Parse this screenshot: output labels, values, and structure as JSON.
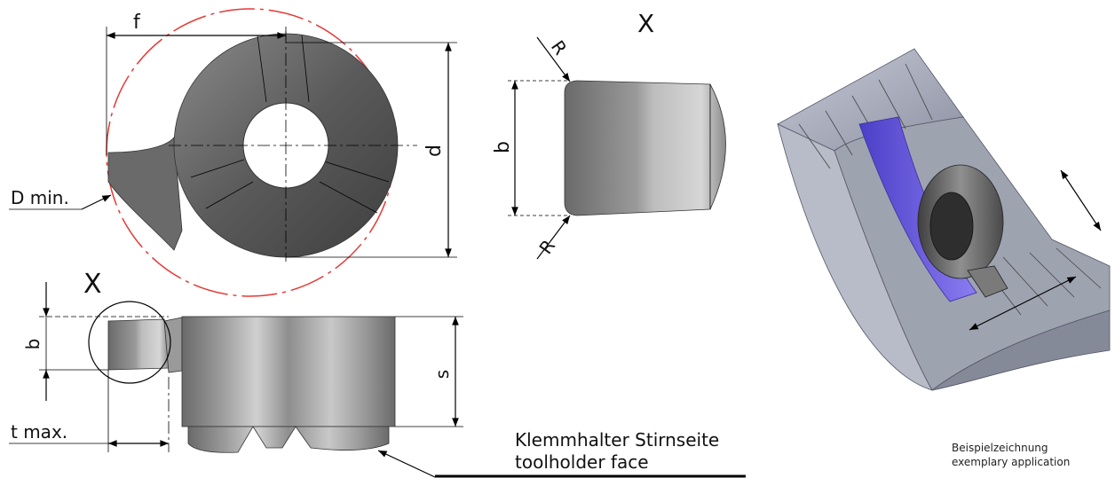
{
  "labels": {
    "f": "f",
    "d": "d",
    "d_min": "D min.",
    "x_detail_title": "X",
    "b_detail": "b",
    "r_top": "R",
    "r_bottom": "R",
    "x_marker": "X",
    "b_side": "b",
    "s": "s",
    "t_max": "t max.",
    "toolholder_de": "Klemmhalter Stirnseite",
    "toolholder_en": "toolholder face",
    "caption_de": "Beispielzeichnung",
    "caption_en": "exemplary application"
  },
  "colors": {
    "circle": "#e53935",
    "insert_dark": "#6e6e6e",
    "insert_light": "#c4c4c4",
    "holder_gray": "#9ea3b0",
    "ring_blue": "#6a5adb"
  }
}
